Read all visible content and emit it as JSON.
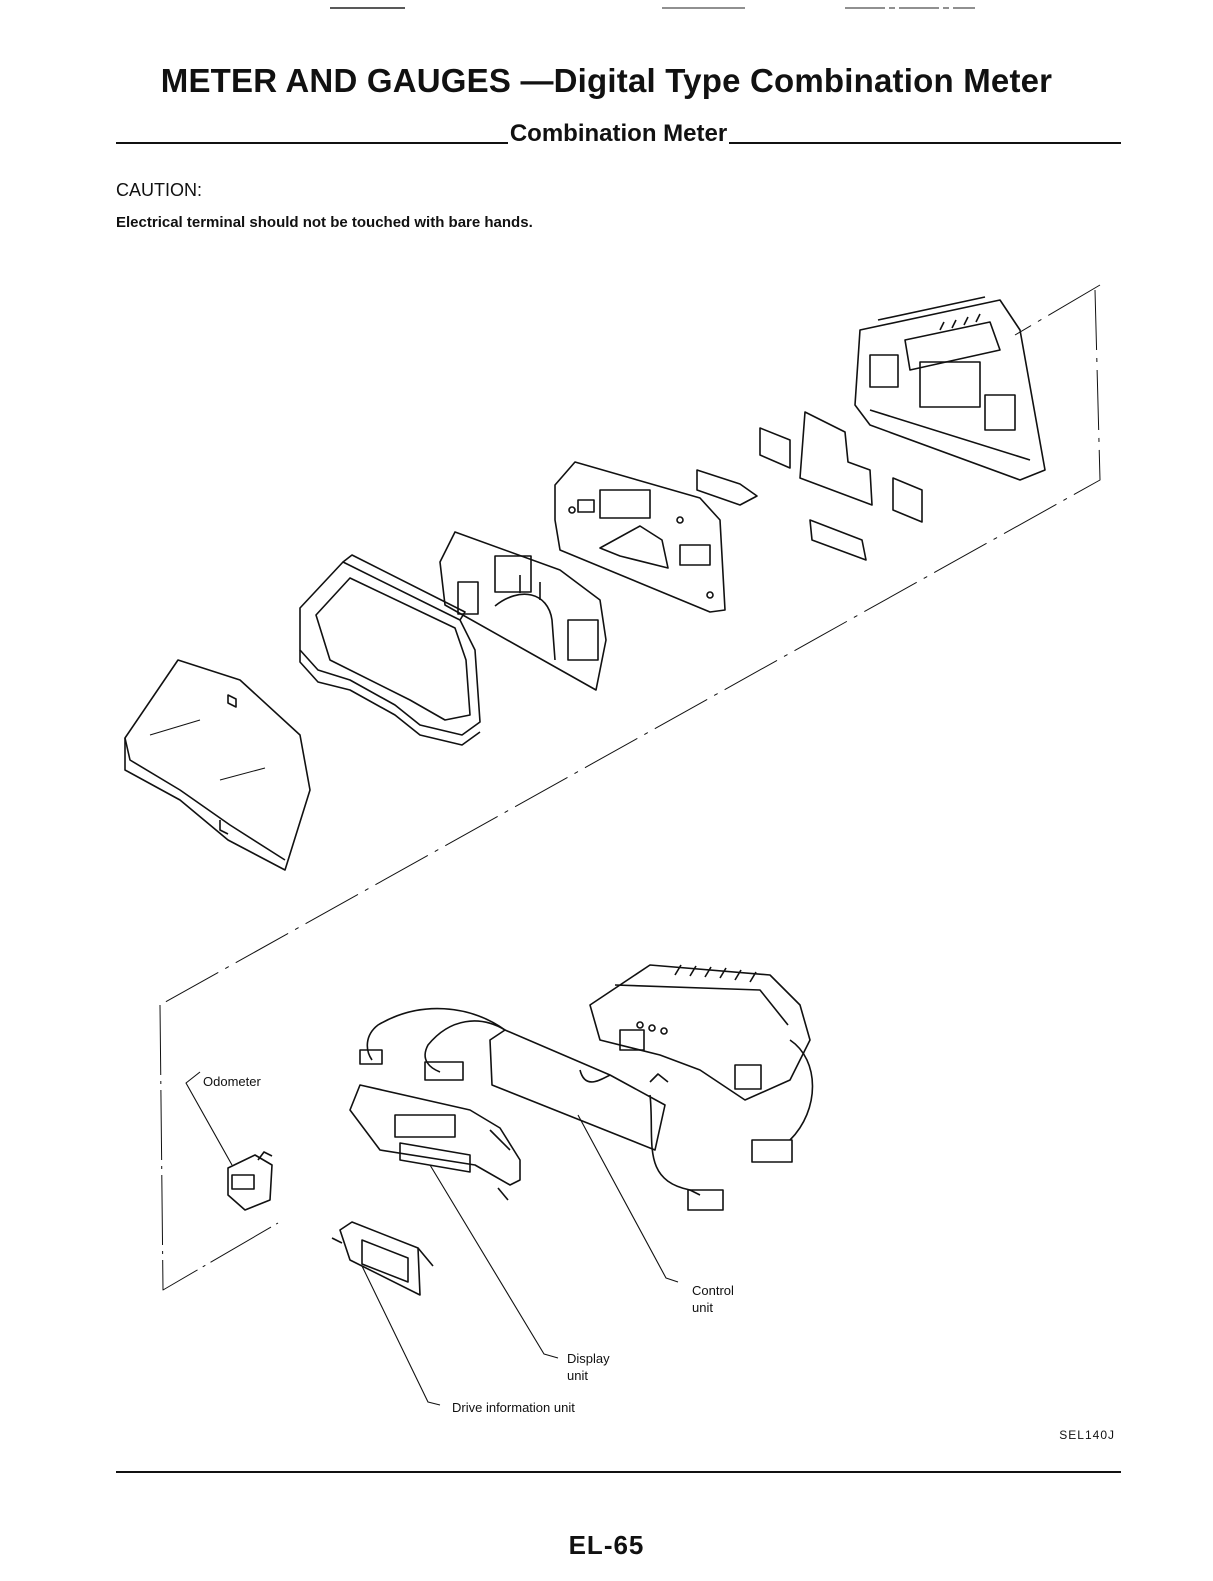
{
  "header": {
    "title": "METER AND GAUGES —Digital Type Combination Meter",
    "section": "Combination Meter"
  },
  "caution": {
    "label": "CAUTION:",
    "text": "Electrical terminal should not be touched with bare hands."
  },
  "callouts": {
    "odometer": "Odometer",
    "control_unit_line1": "Control",
    "control_unit_line2": "unit",
    "display_unit_line1": "Display",
    "display_unit_line2": "unit",
    "drive_info_unit": "Drive information unit"
  },
  "figure_code": "SEL140J",
  "footer": {
    "page_number": "EL-65"
  }
}
